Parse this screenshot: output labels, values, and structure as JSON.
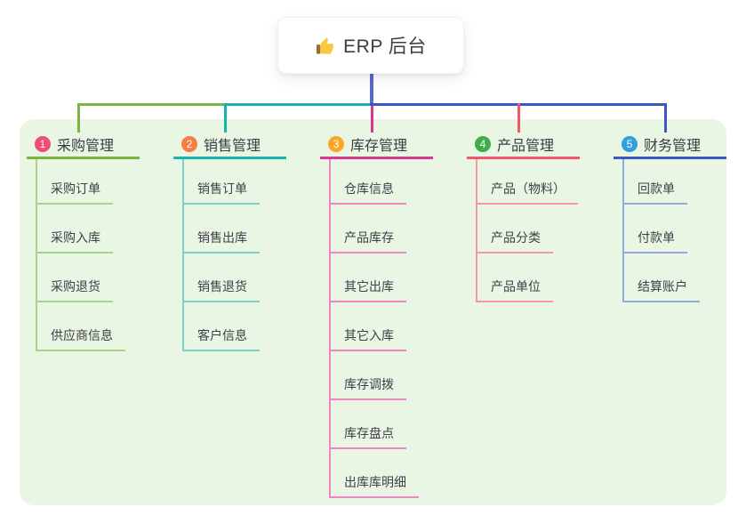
{
  "root": {
    "label": "ERP 后台",
    "icon": "thumbs-up"
  },
  "colors": {
    "page_bg": "#ffffff",
    "panel_bg": "#eaf6e4",
    "root_line": "#5a68c8",
    "thumb_hand": "#fbc93d",
    "thumb_cuff": "#a06a2c"
  },
  "branches": [
    {
      "number": "1",
      "label": "采购管理",
      "badge_color": "#f0506e",
      "line_color": "#7cb342",
      "child_line_color": "#a9d48f",
      "children": [
        "采购订单",
        "采购入库",
        "采购退货",
        "供应商信息"
      ]
    },
    {
      "number": "2",
      "label": "销售管理",
      "badge_color": "#f97c45",
      "line_color": "#18b4ac",
      "child_line_color": "#82cfc9",
      "children": [
        "销售订单",
        "销售出库",
        "销售退货",
        "客户信息"
      ]
    },
    {
      "number": "3",
      "label": "库存管理",
      "badge_color": "#f9a825",
      "line_color": "#d93690",
      "child_line_color": "#ee86c4",
      "children": [
        "仓库信息",
        "产品库存",
        "其它出库",
        "其它入库",
        "库存调拨",
        "库存盘点",
        "出库库明细"
      ]
    },
    {
      "number": "4",
      "label": "产品管理",
      "badge_color": "#3dae49",
      "line_color": "#f2566a",
      "child_line_color": "#f5989f",
      "children": [
        "产品（物料）",
        "产品分类",
        "产品单位"
      ]
    },
    {
      "number": "5",
      "label": "财务管理",
      "badge_color": "#329fd9",
      "line_color": "#3c56c5",
      "child_line_color": "#93a8e0",
      "children": [
        "回款单",
        "付款单",
        "结算账户"
      ]
    }
  ]
}
